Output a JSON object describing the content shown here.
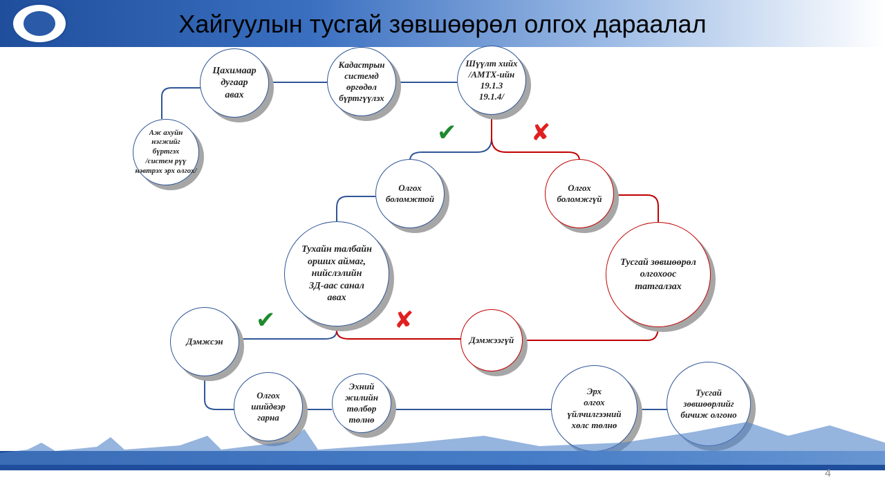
{
  "header": {
    "title": "Хайгуулын тусгай зөвшөөрөл олгох дараалал",
    "logo": "Агентлаг logo"
  },
  "nodes": {
    "n1": "Аж ахуйн\nнэгжийг\nбүртгэх\n/систем рүү\nнэвтрэх эрх олгох/",
    "n2": "Цахимаар\nдугаар\nавах",
    "n3": "Кадастрын\nсистемд\nөргөдөл\nбүртгүүлэх",
    "n4": "Шүүлт хийх\n/АМТХ-ийн\n19.1.3\n19.1.4/",
    "n5": "Олгох\nболомжтой",
    "n6": "Олгох\nболомжгүй",
    "n7": "Тухайн талбайн\nорших аймаг,\nнийслэлийн\nЗД-аас санал\nавах",
    "n8": "Тусгай зөвшөөрөл\nолгохоос\nтатгалзах",
    "n9": "Дэмжсэн",
    "n10": "Дэмжээгүй",
    "n11": "Олгох\nшийдвэр\nгарна",
    "n12": "Эхний\nжилийн\nтөлбөр\nтөлнө",
    "n13": "Эрх\nолгох\nүйлчилгээний\nхөлс төлнө",
    "n14": "Тусгай\nзөвшөөрлийг\nбичиж олгоно"
  },
  "marks": {
    "yes": "✔",
    "no": "✘"
  },
  "colors": {
    "positive": "#2f5597",
    "negative": "#c00000",
    "check": "#1e8a2e",
    "cross": "#e02020"
  },
  "page_number": "4"
}
